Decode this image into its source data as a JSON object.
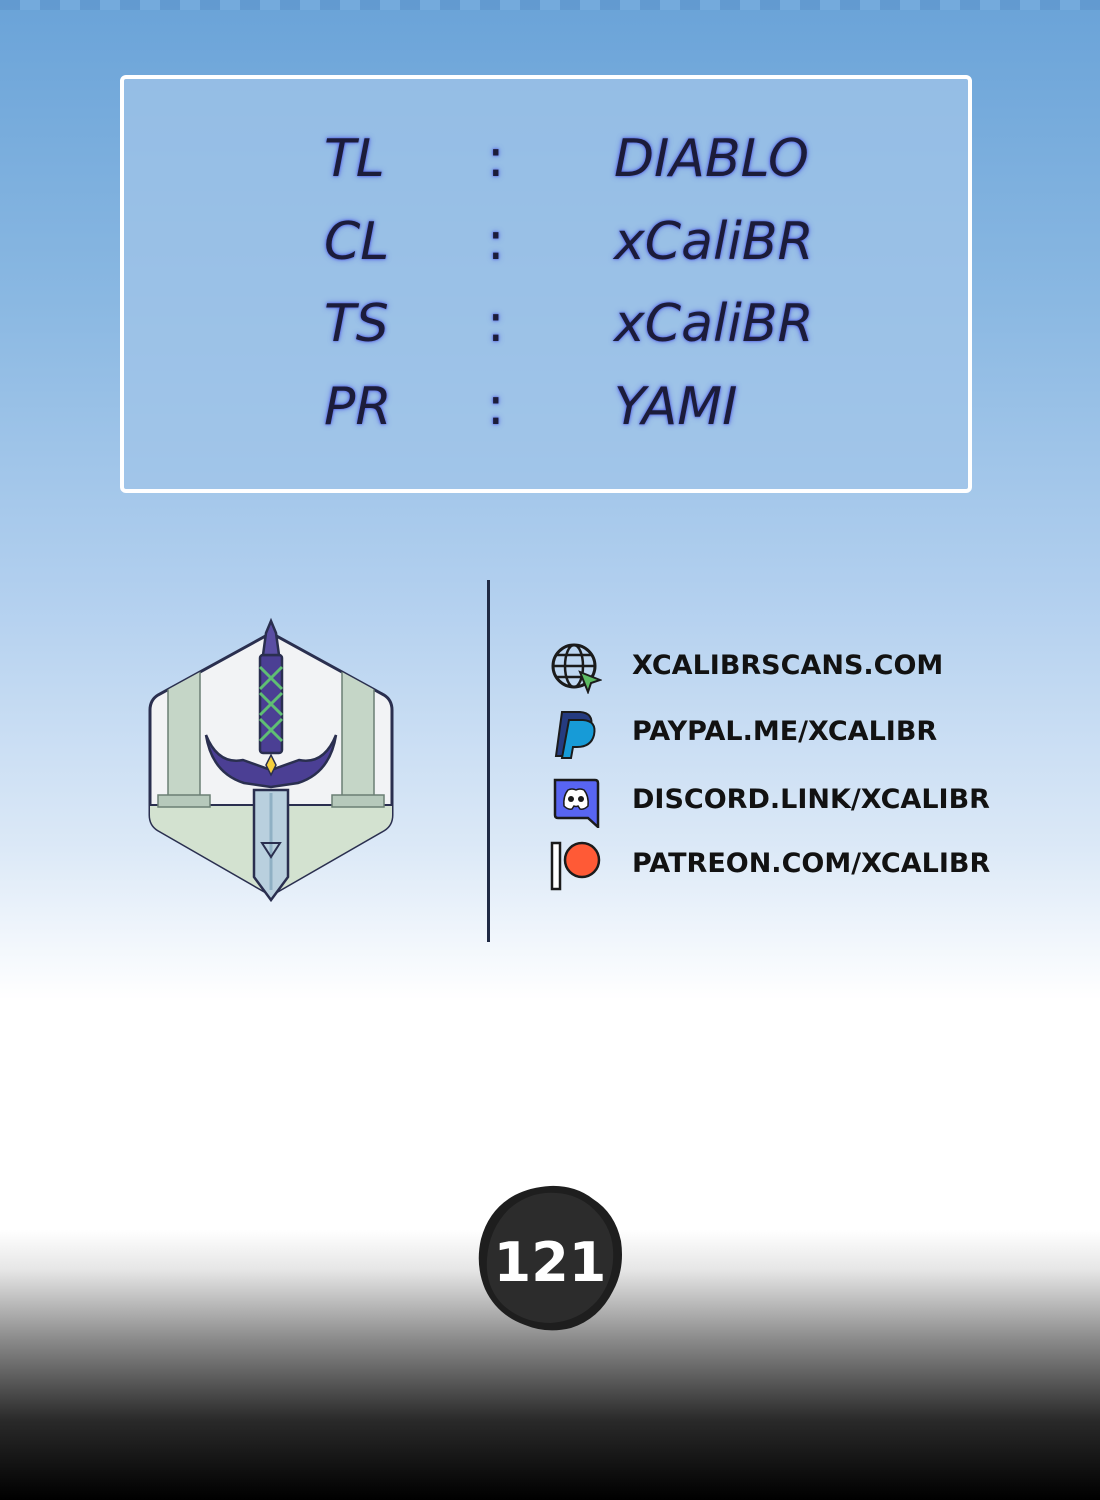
{
  "credits": [
    {
      "role": "TL",
      "separator": ":",
      "name": "DIABLO"
    },
    {
      "role": "CL",
      "separator": ":",
      "name": "xCaliBR"
    },
    {
      "role": "TS",
      "separator": ":",
      "name": "xCaliBR"
    },
    {
      "role": "PR",
      "separator": ":",
      "name": "YAMI"
    }
  ],
  "links": [
    {
      "icon": "globe-cursor-icon",
      "text": "XCALIBRSCANS.COM"
    },
    {
      "icon": "paypal-icon",
      "text": "PAYPAL.ME/XCALIBR"
    },
    {
      "icon": "discord-icon",
      "text": "DISCORD.LINK/XCALIBR"
    },
    {
      "icon": "patreon-icon",
      "text": "PATREON.COM/XCALIBR"
    }
  ],
  "logo": {
    "icon": "sword-hexagon-logo-icon"
  },
  "page": {
    "number": "121"
  },
  "colors": {
    "text_dark": "#1c1c3a",
    "glow": "#4650e6",
    "box_border": "#ffffff",
    "paypal_dark": "#253b80",
    "paypal_light": "#179bd7",
    "discord": "#5865f2",
    "patreon": "#ff5a36"
  }
}
